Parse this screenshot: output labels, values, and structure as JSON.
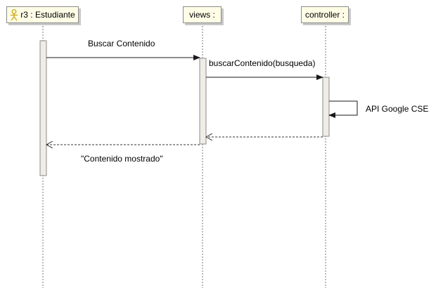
{
  "participants": {
    "student": {
      "label": "r3 : Estudiante",
      "icon": "actor-icon"
    },
    "views": {
      "label": "views :"
    },
    "controller": {
      "label": "controller :"
    }
  },
  "messages": {
    "search_content": "Buscar Contenido",
    "search_call": "buscarContenido(busqueda)",
    "self_call": "API Google CSE",
    "return_label": "\"Contenido mostrado\""
  },
  "colors": {
    "participant_fill": "#fffde6",
    "activation_fill": "#f0ede6",
    "border": "#8c8c8c",
    "line": "#000000"
  }
}
